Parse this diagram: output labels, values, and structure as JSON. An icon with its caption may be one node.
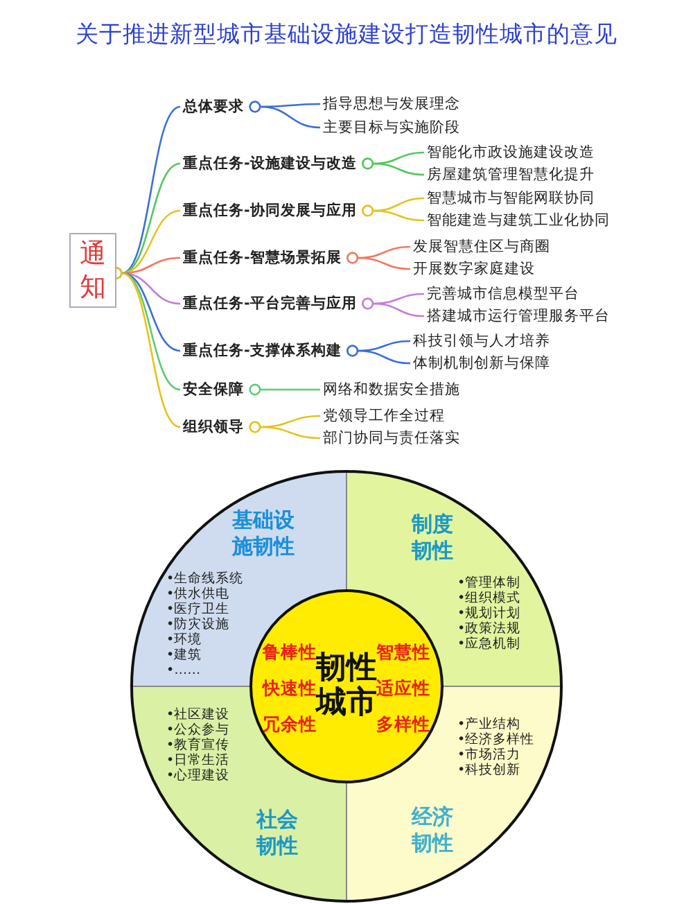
{
  "diagram": {
    "title": "关于推进新型城市基础设施建设打造韧性城市的意见",
    "nodes": [
      {
        "text": [
          "通知"
        ]
      },
      {
        "text": [
          "总体要求"
        ]
      },
      {
        "text": [
          "指导思想与发展理念"
        ]
      },
      {
        "text": [
          "主要目标与实施阶段"
        ]
      },
      {
        "text": [
          "重点任务-设施建设与改造"
        ]
      },
      {
        "text": [
          "智能化市政设施建设改造"
        ]
      },
      {
        "text": [
          "房屋建筑管理智慧化提升"
        ]
      },
      {
        "text": [
          "重点任务-协同发展与应用"
        ]
      },
      {
        "text": [
          "智慧城市与智能网联协同"
        ]
      },
      {
        "text": [
          "智能建造与建筑工业化协同"
        ]
      },
      {
        "text": [
          "重点任务-智慧场景拓展"
        ]
      },
      {
        "text": [
          "发展智慧住区与商圈"
        ]
      },
      {
        "text": [
          "开展数字家庭建设"
        ]
      },
      {
        "text": [
          "重点任务-平台完善与应用"
        ]
      },
      {
        "text": [
          "完善城市信息模型平台"
        ]
      },
      {
        "text": [
          "搭建城市运行管理服务平台"
        ]
      },
      {
        "text": [
          "重点任务-支撑体系构建"
        ]
      },
      {
        "text": [
          "科技引领与人才培养"
        ]
      },
      {
        "text": [
          "体制机制创新与保障"
        ]
      },
      {
        "text": [
          "安全保障"
        ]
      },
      {
        "text": [
          "网络和数据安全措施"
        ]
      },
      {
        "text": [
          "组织领导"
        ]
      },
      {
        "text": [
          "党领导工作全过程"
        ]
      },
      {
        "text": [
          "部门协同与责任落实"
        ]
      },
      {
        "text": [
          "基础设施韧性",
          "•生命线系统",
          "•供水供电",
          "•医疗卫生",
          "•防灾设施",
          "•环境",
          "•建筑",
          "•……"
        ]
      },
      {
        "text": [
          "制度韧性",
          "•管理体制",
          "•组织模式",
          "•规划计划",
          "•政策法规",
          "•应急机制"
        ]
      },
      {
        "text": [
          "社会韧性",
          "•社区建设",
          "•公众参与",
          "•教育宣传",
          "•日常生活",
          "•心理建设"
        ]
      },
      {
        "text": [
          "经济韧性",
          "•产业结构",
          "•经济多样性",
          "•市场活力",
          "•科技创新"
        ]
      },
      {
        "text": [
          "鲁棒性",
          "智慧性",
          "韧性城市",
          "快速性",
          "适应性",
          "冗余性",
          "多样性"
        ]
      }
    ],
    "edges": [
      {
        "from": 0,
        "to": 1,
        "arrow": "other",
        "color": "#3b6fd4"
      },
      {
        "from": 0,
        "to": 4,
        "arrow": "other",
        "color": "#52c75a"
      },
      {
        "from": 0,
        "to": 7,
        "arrow": "other",
        "color": "#e6c21c"
      },
      {
        "from": 0,
        "to": 10,
        "arrow": "other",
        "color": "#f07862"
      },
      {
        "from": 0,
        "to": 13,
        "arrow": "other",
        "color": "#c57ddc"
      },
      {
        "from": 0,
        "to": 16,
        "arrow": "other",
        "color": "#3b6fd4"
      },
      {
        "from": 0,
        "to": 19,
        "arrow": "other",
        "color": "#5ccb6e"
      },
      {
        "from": 0,
        "to": 21,
        "arrow": "other",
        "color": "#e6c21c"
      },
      {
        "from": 1,
        "to": 2,
        "arrow": "other",
        "color": "#3b6fd4"
      },
      {
        "from": 1,
        "to": 3,
        "arrow": "other",
        "color": "#3b6fd4"
      },
      {
        "from": 4,
        "to": 5,
        "arrow": "other",
        "color": "#52c75a"
      },
      {
        "from": 4,
        "to": 6,
        "arrow": "other",
        "color": "#52c75a"
      },
      {
        "from": 7,
        "to": 8,
        "arrow": "other",
        "color": "#e6c21c"
      },
      {
        "from": 7,
        "to": 9,
        "arrow": "other",
        "color": "#e6c21c"
      },
      {
        "from": 10,
        "to": 11,
        "arrow": "other",
        "color": "#f07862"
      },
      {
        "from": 10,
        "to": 12,
        "arrow": "other",
        "color": "#f07862"
      },
      {
        "from": 13,
        "to": 14,
        "arrow": "other",
        "color": "#c57ddc"
      },
      {
        "from": 13,
        "to": 15,
        "arrow": "other",
        "color": "#c57ddc"
      },
      {
        "from": 16,
        "to": 17,
        "arrow": "other",
        "color": "#3b6fd4"
      },
      {
        "from": 16,
        "to": 18,
        "arrow": "other",
        "color": "#3b6fd4"
      },
      {
        "from": 19,
        "to": 20,
        "arrow": "other",
        "color": "#5ccb6e"
      },
      {
        "from": 21,
        "to": 22,
        "arrow": "other",
        "color": "#e6c21c"
      },
      {
        "from": 21,
        "to": 23,
        "arrow": "other",
        "color": "#e6c21c"
      }
    ]
  }
}
